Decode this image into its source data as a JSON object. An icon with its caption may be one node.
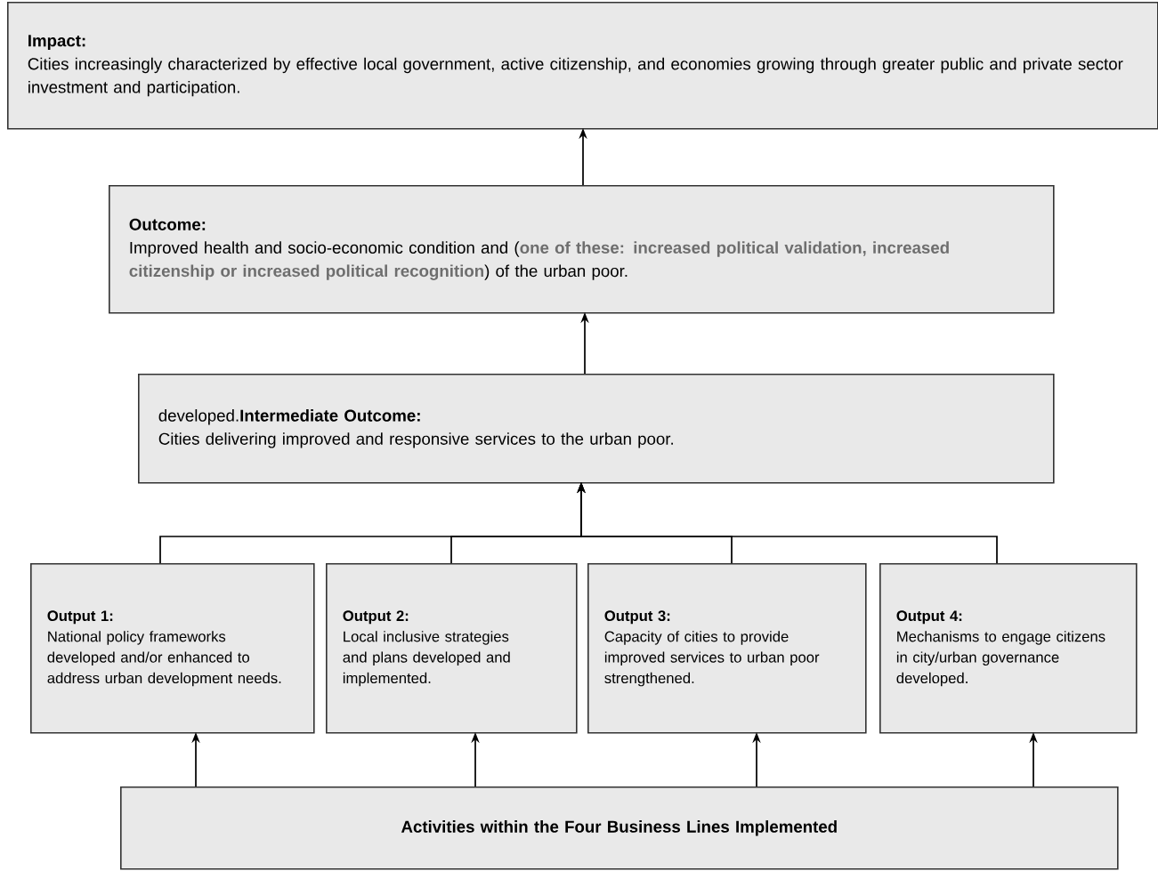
{
  "diagram": {
    "nodes": [
      {
        "text": [
          "Impact:",
          "Cities increasingly characterized by effective local government, active citizenship, and economies growing through greater public and private sector investment and participation."
        ]
      },
      {
        "text": [
          "Outcome:",
          "Improved health and socio-economic condition and (**one of these: increased political validation, increased citizenship or increased political recognition**) of the urban poor."
        ]
      },
      {
        "text": [
          "developed.**Intermediate Outcome:**",
          "Cities delivering improved and responsive services to the urban poor."
        ]
      },
      {
        "text": [
          "Output 1:",
          "National policy frameworks developed and/or enhanced to address urban development needs."
        ]
      },
      {
        "text": [
          "Output 2:",
          "Local inclusive strategies and plans developed and implemented."
        ]
      },
      {
        "text": [
          "Output 3:",
          "Capacity of cities to provide improved services to urban poor strengthened."
        ]
      },
      {
        "text": [
          "Output 4:",
          "Mechanisms to engage citizens in city/urban governance developed."
        ]
      },
      {
        "text": [
          "Activities within the Four Business Lines Implemented"
        ]
      }
    ],
    "edges": [
      {
        "from": 1,
        "to": 0,
        "arrow": "to"
      },
      {
        "from": 2,
        "to": 1,
        "arrow": "to"
      },
      {
        "from": 3,
        "to": 2,
        "arrow": "to"
      },
      {
        "from": 4,
        "to": 2,
        "arrow": "to"
      },
      {
        "from": 5,
        "to": 2,
        "arrow": "to"
      },
      {
        "from": 6,
        "to": 2,
        "arrow": "to"
      },
      {
        "from": 7,
        "to": 3,
        "arrow": "to"
      },
      {
        "from": 7,
        "to": 4,
        "arrow": "to"
      },
      {
        "from": 7,
        "to": 5,
        "arrow": "to"
      },
      {
        "from": 7,
        "to": 6,
        "arrow": "to"
      }
    ]
  }
}
